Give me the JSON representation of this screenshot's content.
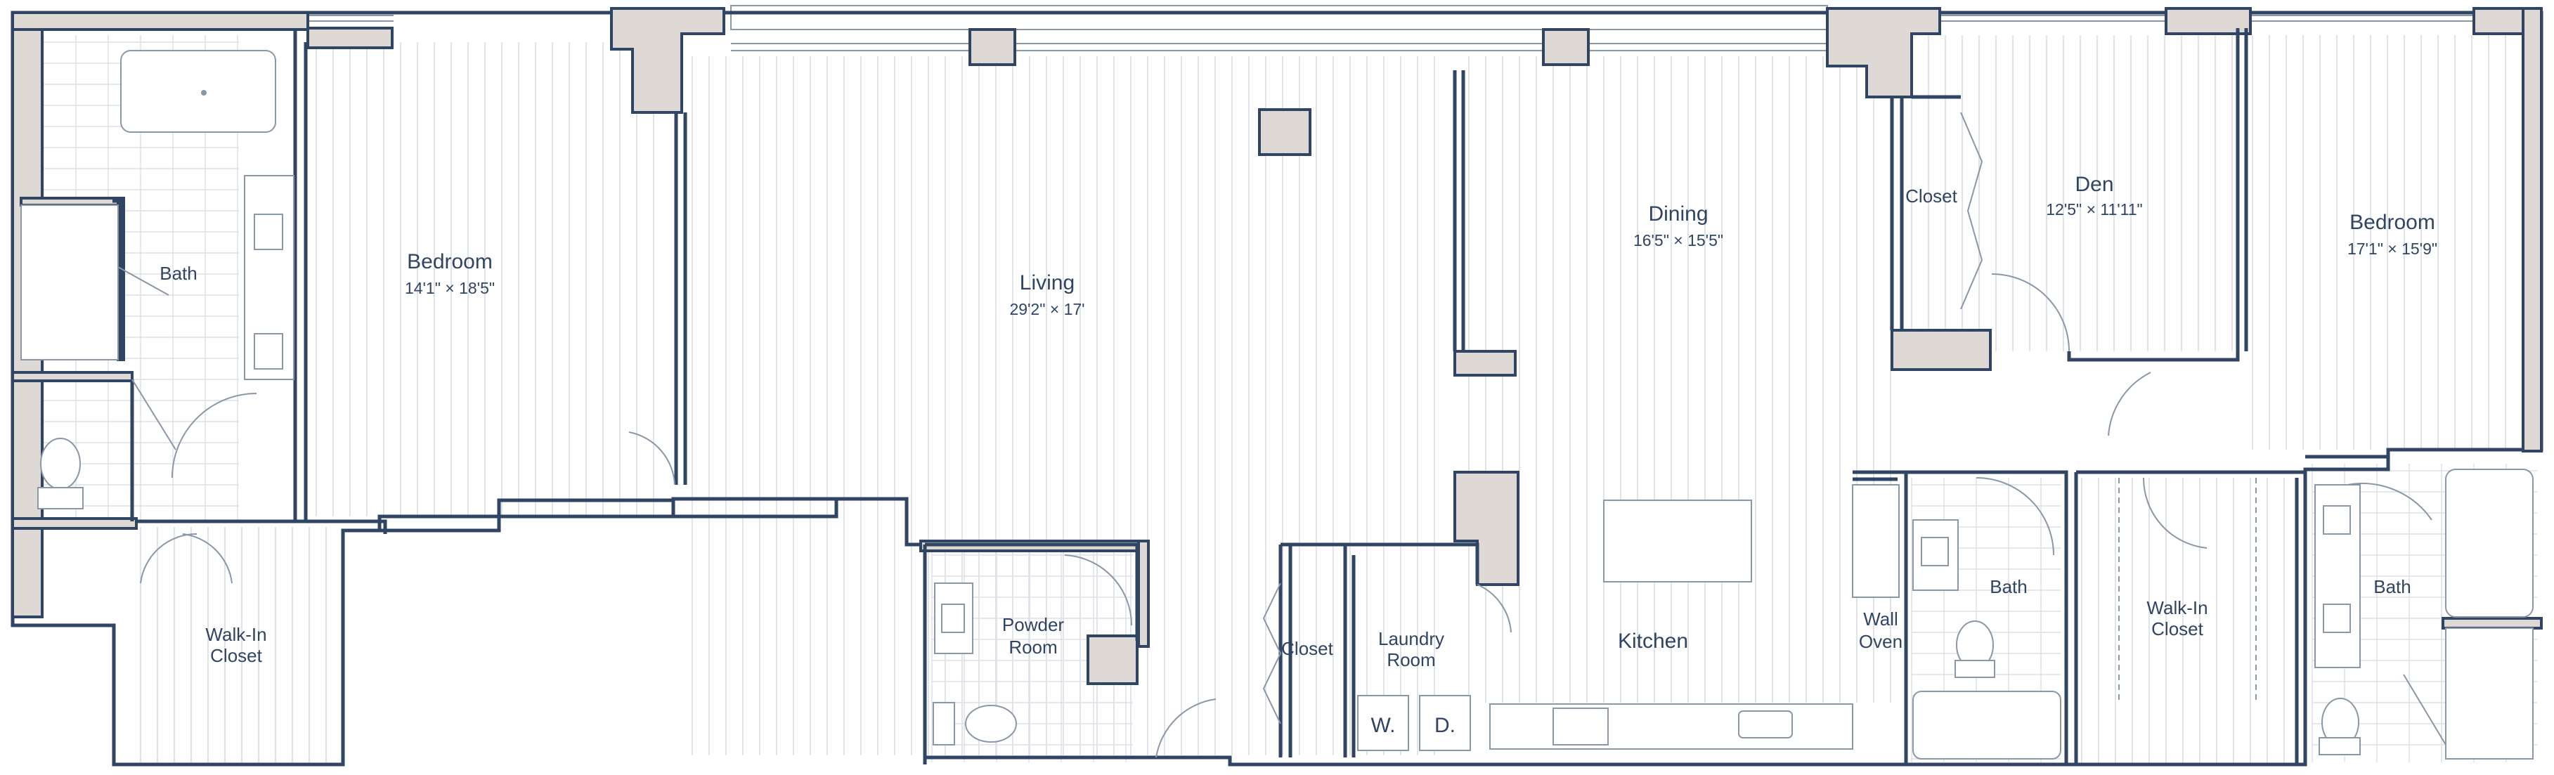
{
  "rooms": {
    "bath_left": {
      "name": "Bath"
    },
    "bedroom_left": {
      "name": "Bedroom",
      "dims": "14'1\" × 18'5\""
    },
    "walkin_left": {
      "name_line1": "Walk-In",
      "name_line2": "Closet"
    },
    "living": {
      "name": "Living",
      "dims": "29'2\" × 17'"
    },
    "powder": {
      "name_line1": "Powder",
      "name_line2": "Room"
    },
    "closet_mid": {
      "name": "Closet"
    },
    "laundry": {
      "name_line1": "Laundry",
      "name_line2": "Room"
    },
    "dining": {
      "name": "Dining",
      "dims": "16'5\" × 15'5\""
    },
    "kitchen": {
      "name": "Kitchen"
    },
    "wall_oven": {
      "name_line1": "Wall",
      "name_line2": "Oven"
    },
    "closet_den": {
      "name": "Closet"
    },
    "den": {
      "name": "Den",
      "dims": "12'5\" × 11'11\""
    },
    "bath_mid_right": {
      "name": "Bath"
    },
    "walkin_right": {
      "name_line1": "Walk-In",
      "name_line2": "Closet"
    },
    "bedroom_right": {
      "name": "Bedroom",
      "dims": "17'1\" × 15'9\""
    },
    "bath_right": {
      "name": "Bath"
    }
  },
  "appliances": {
    "washer": "W.",
    "dryer": "D."
  },
  "colors": {
    "wall_outline": "#2f4563",
    "wall_fill": "#ded9d4",
    "label_text": "#2f4563",
    "fixture_line": "#8a97a8",
    "floor_line": "#d6dbe2"
  }
}
